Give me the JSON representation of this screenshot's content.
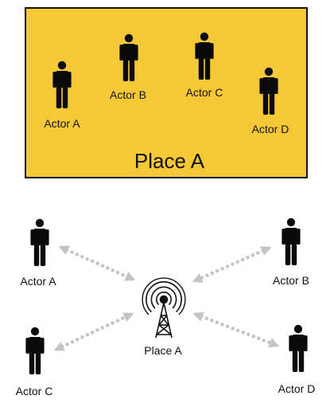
{
  "colors": {
    "place_fill": "#F6C838",
    "place_border": "#111111",
    "figure": "#0a0a0a",
    "arrow": "#c4c4c4",
    "text": "#111111"
  },
  "place_box": {
    "label": "Place A",
    "actors": [
      {
        "label": "Actor A"
      },
      {
        "label": "Actor B"
      },
      {
        "label": "Actor C"
      },
      {
        "label": "Actor D"
      }
    ]
  },
  "network": {
    "hub_label": "Place A",
    "hub_icon": "radio-tower-icon",
    "actors": [
      {
        "label": "Actor A"
      },
      {
        "label": "Actor B"
      },
      {
        "label": "Actor C"
      },
      {
        "label": "Actor D"
      }
    ]
  }
}
